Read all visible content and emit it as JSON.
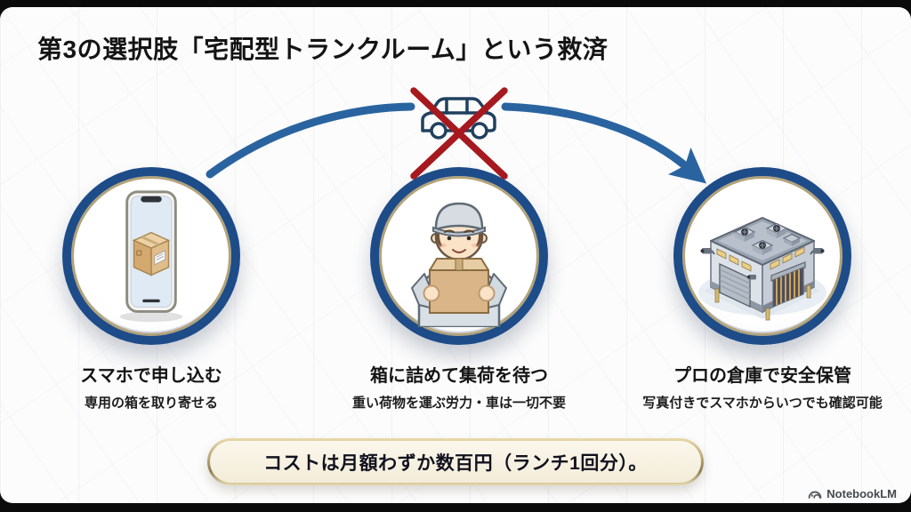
{
  "palette": {
    "frame_black": "#0b0b0b",
    "slide_bg": "#fcfcfc",
    "title_text": "#141414",
    "circle_ring_navy": "#1d4c88",
    "circle_ring_gold": "#b3a37a",
    "arrow_blue": "#2a64a0",
    "car_outline_navy": "#20405f",
    "cross_red": "#a6191f",
    "banner_bg": "#f8f3e6",
    "banner_border_gold": "#b3a276",
    "banner_text": "#12121f",
    "footer_text": "#45494e"
  },
  "slide": {
    "title": "第3の選択肢「宅配型トランクルーム」という救済",
    "no_car_icon": "car-crossed-out",
    "steps": [
      {
        "title": "スマホで申し込む",
        "subtitle": "専用の箱を取り寄せる",
        "icon": "smartphone-with-box-illustration"
      },
      {
        "title": "箱に詰めて集荷を待つ",
        "subtitle": "重い荷物を運ぶ労力・車は一切不要",
        "icon": "delivery-person-with-box-illustration"
      },
      {
        "title": "プロの倉庫で安全保管",
        "subtitle": "写真付きでスマホからいつでも確認可能",
        "icon": "secure-warehouse-illustration"
      }
    ],
    "banner": {
      "text": "コストは月額わずか数百円（ランチ1回分）。"
    },
    "footer": {
      "brand": "NotebookLM"
    }
  }
}
